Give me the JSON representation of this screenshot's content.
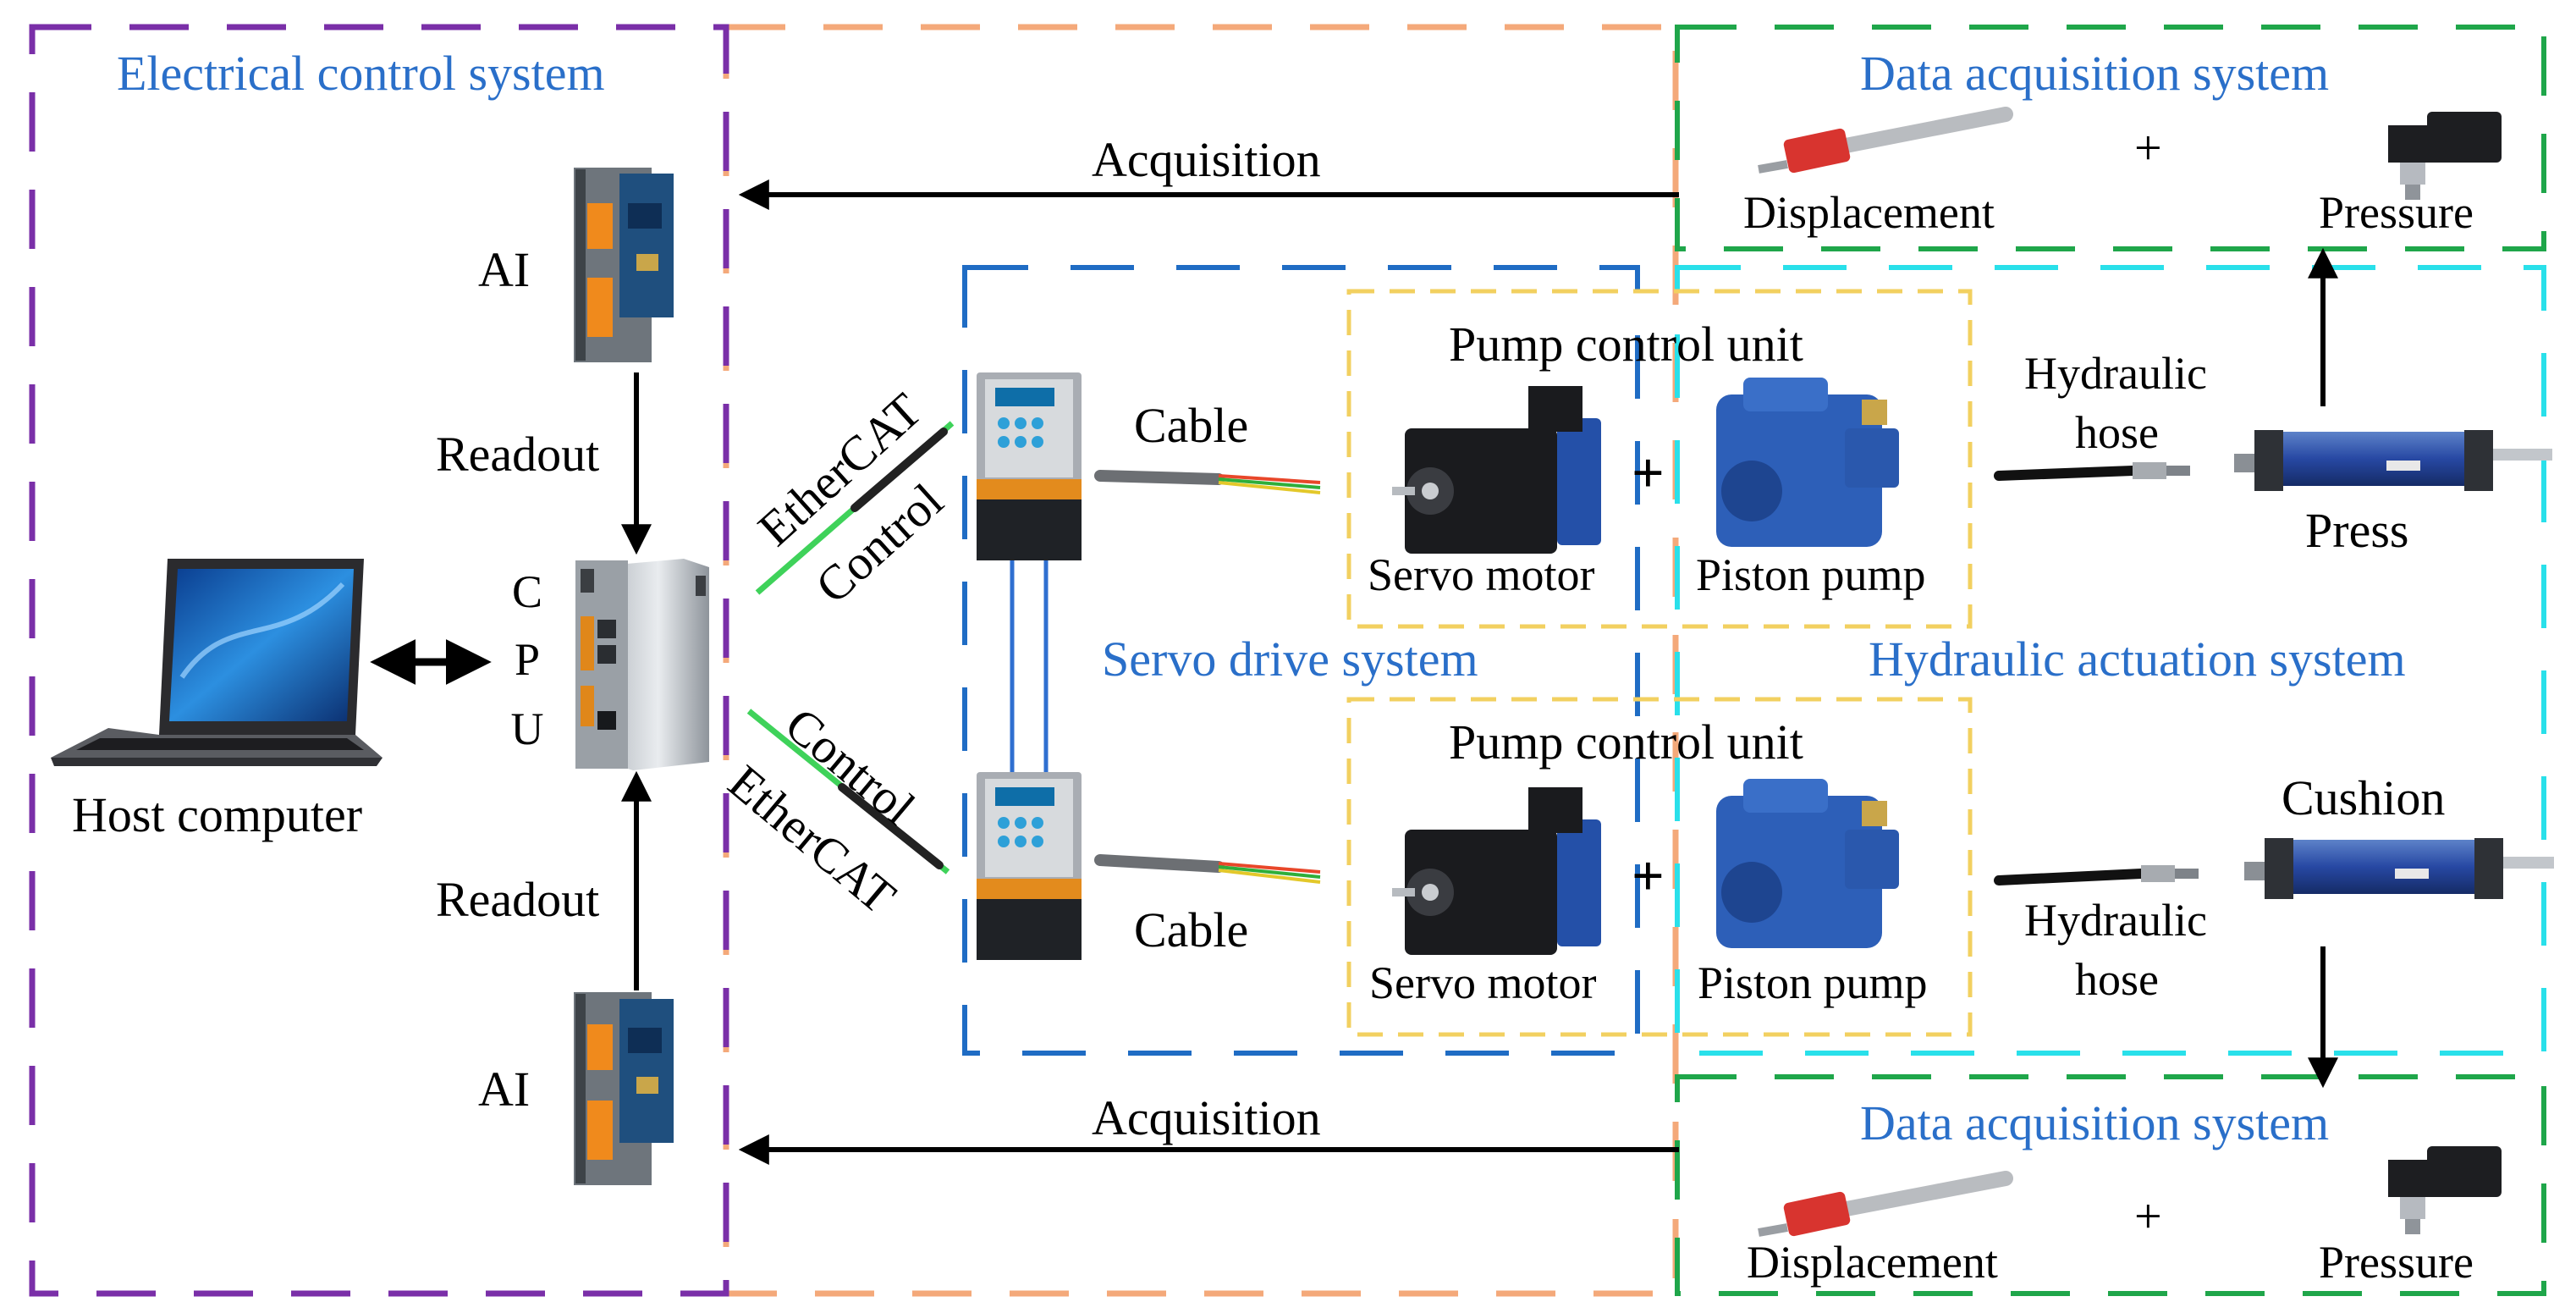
{
  "electrical": {
    "title": "Electrical control system",
    "ai_top": "AI",
    "ai_bottom": "AI",
    "readout_top": "Readout",
    "readout_bottom": "Readout",
    "cpu_letters": [
      "C",
      "P",
      "U"
    ],
    "host_label": "Host computer"
  },
  "acquisition": {
    "top_label": "Acquisition",
    "bottom_label": "Acquisition"
  },
  "data_acquisition": {
    "top": {
      "title": "Data acquisition system",
      "left": "Displacement",
      "plus": "+",
      "right": "Pressure"
    },
    "bottom": {
      "title": "Data acquisition system",
      "left": "Displacement",
      "plus": "+",
      "right": "Pressure"
    }
  },
  "links": {
    "top": {
      "line1": "EtherCAT",
      "line2": "Control"
    },
    "bottom": {
      "line1": "Control",
      "line2": "EtherCAT"
    }
  },
  "servo_drive": {
    "title": "Servo drive system",
    "cable_top": "Cable",
    "cable_bottom": "Cable"
  },
  "pump_units": [
    {
      "title": "Pump control unit",
      "motor": "Servo motor",
      "plus": "+",
      "pump": "Piston pump"
    },
    {
      "title": "Pump control unit",
      "motor": "Servo motor",
      "plus": "+",
      "pump": "Piston pump"
    }
  ],
  "hydraulic": {
    "title": "Hydraulic actuation system",
    "hose_top": [
      "Hydraulic",
      "hose"
    ],
    "hose_bottom": [
      "Hydraulic",
      "hose"
    ],
    "press": "Press",
    "cushion": "Cushion"
  },
  "colors": {
    "electrical_border": "#7a2fa8",
    "outer_border": "#f4a97a",
    "data_border": "#1fa64a",
    "servo_border": "#1f6cc4",
    "pump_border": "#f2d060",
    "hydraulic_border": "#29e0ea",
    "title_text": "#2a6fc9",
    "link_line": "#3fd25a"
  }
}
